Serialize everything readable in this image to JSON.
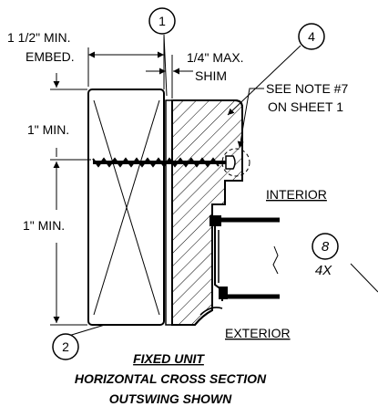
{
  "labels": {
    "embed_line1": "1 1/2\" MIN.",
    "embed_line2": "EMBED.",
    "shim_line1": "1/4\" MAX.",
    "shim_line2": "SHIM",
    "note_line1": "SEE NOTE #7",
    "note_line2": "ON SHEET 1",
    "min_top": "1\" MIN.",
    "min_bottom": "1\" MIN.",
    "interior": "INTERIOR",
    "exterior": "EXTERIOR"
  },
  "callouts": {
    "c1": "1",
    "c2": "2",
    "c4": "4",
    "c8": "8",
    "c8_qty": "4X"
  },
  "caption": {
    "line1": "FIXED UNIT",
    "line2": "HORIZONTAL CROSS SECTION",
    "line3": "OUTSWING SHOWN"
  }
}
